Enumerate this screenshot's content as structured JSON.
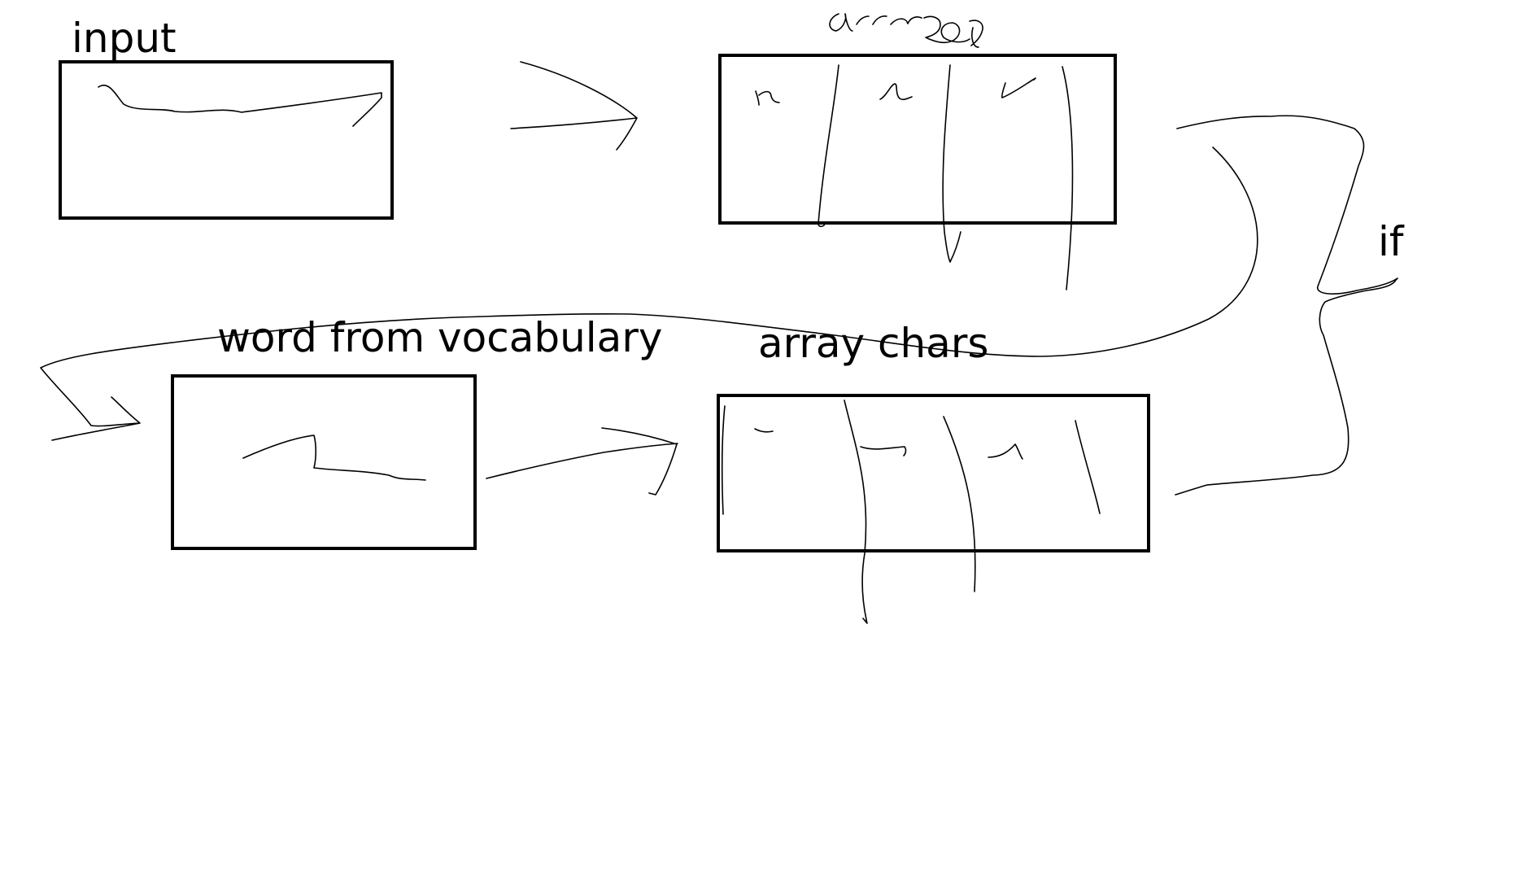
{
  "labels": {
    "input": "input",
    "word_from_vocabulary": "word from vocabulary",
    "array_chars": "array chars",
    "condition": "if",
    "array_handwritten": "array"
  },
  "colors": {
    "ink": "#000000",
    "background": "#ffffff"
  },
  "nodes": [
    {
      "id": "input-box",
      "label": "input"
    },
    {
      "id": "array-box",
      "label": "array"
    },
    {
      "id": "word-box",
      "label": "word from vocabulary"
    },
    {
      "id": "array-chars-box",
      "label": "array chars"
    }
  ],
  "edges": [
    {
      "from": "input-box",
      "to": "array-box"
    },
    {
      "from": "array-box",
      "to": "word-box"
    },
    {
      "from": "word-box",
      "to": "array-chars-box"
    },
    {
      "from": "array-box",
      "to": "array-chars-box",
      "label": "if"
    }
  ]
}
